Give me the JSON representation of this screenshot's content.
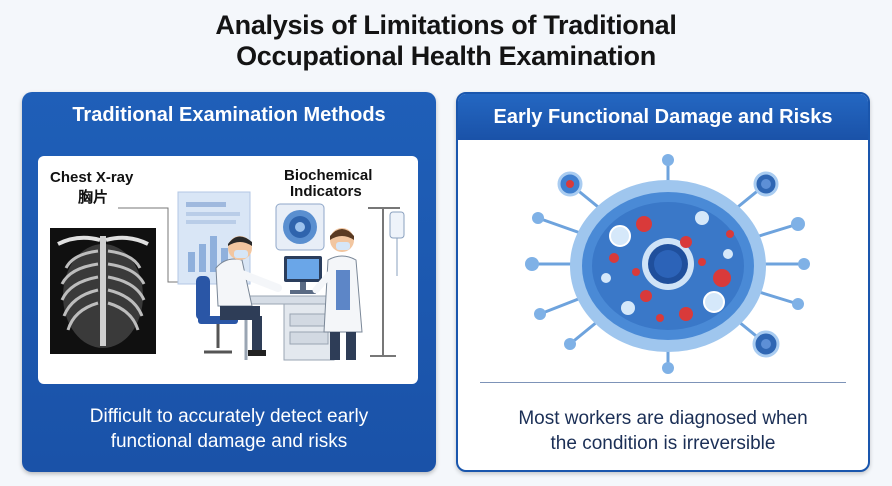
{
  "title": {
    "line1": "Analysis of Limitations of Traditional",
    "line2": "Occupational Health Examination"
  },
  "left_panel": {
    "header": "Traditional Examination Methods",
    "label_xray_en": "Chest X-ray",
    "label_xray_zh": "胸片",
    "label_bio_line1": "Biochemical",
    "label_bio_line2": "Indicators",
    "caption_line1": "Difficult to accurately detect early",
    "caption_line2": "functional damage and risks"
  },
  "right_panel": {
    "header": "Early Functional Damage and Risks",
    "caption_line1": "Most workers are diagnosed when",
    "caption_line2": "the condition is irreversible"
  },
  "colors": {
    "primary_blue": "#1a52a8",
    "cell_blue": "#4a90d9",
    "cell_red": "#d93a3a"
  }
}
